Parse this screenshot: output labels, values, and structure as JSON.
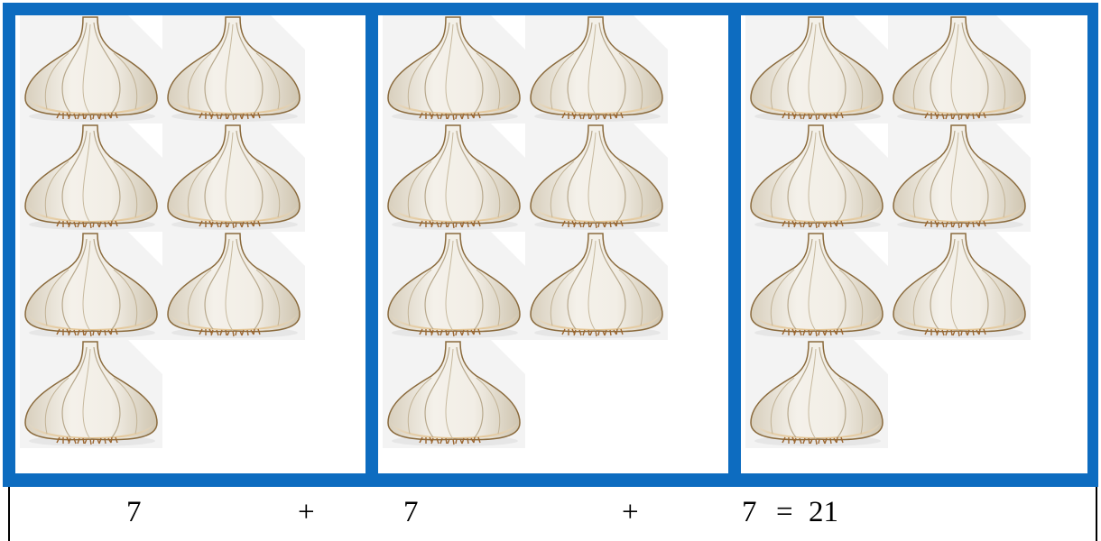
{
  "illustration": {
    "groups": [
      {
        "name": "group-1",
        "count": 7
      },
      {
        "name": "group-2",
        "count": 7
      },
      {
        "name": "group-3",
        "count": 7
      }
    ],
    "item_icon": "garlic-bulb-icon",
    "colors": {
      "frame": "#0d6cc0",
      "bulb_body": "#eeebe3",
      "bulb_shadow": "#d9d1c0",
      "bulb_base": "#e8c99a",
      "roots": "#a0642a",
      "tile_bg": "#f3f3f3"
    }
  },
  "equation": {
    "term_1": "7",
    "plus_1": "+",
    "term_2": "7",
    "plus_2": "+",
    "term_3": "7",
    "equals": "=",
    "result": "21"
  }
}
